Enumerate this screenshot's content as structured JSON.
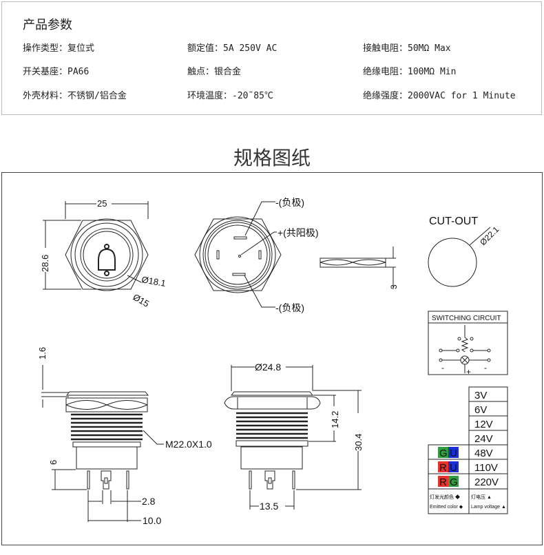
{
  "specs": {
    "title": "产品参数",
    "rows": [
      [
        "操作类型：复位式",
        "额定值：5A 250V AC",
        "接触电阻：50MΩ Max"
      ],
      [
        "开关基座：PA66",
        "触点：银合金",
        "绝缘电阻：100MΩ Min"
      ],
      [
        "外壳材料：不锈钢/铝合金",
        "环境温度：-20˜85℃",
        "绝缘强度：2000VAC for 1 Minute"
      ]
    ]
  },
  "drawing": {
    "heading": "规格图纸",
    "front": {
      "width": "25",
      "height": "28.6",
      "d1": "Ø18.1",
      "d2": "Ø15"
    },
    "rear": {
      "neg_top": "-(负极)",
      "pos": "+(共阳极)",
      "neg_bottom": "-(负极)",
      "nut_thickness": "3"
    },
    "cutout": {
      "title": "CUT-OUT",
      "diameter": "Ø22.1"
    },
    "circuit": {
      "title": "SWITCHING CIRCUIT",
      "minus": "-",
      "plus": "+"
    },
    "side_left": {
      "cap": "1.6",
      "thread": "M22.0X1.0",
      "pin": "6",
      "pin_w": "2.8",
      "pin_span": "10.0"
    },
    "side_right": {
      "diameter": "Ø24.8",
      "thread_len": "14.2",
      "total": "30.4",
      "pin_span": "13.5"
    },
    "voltage_table": {
      "voltages": [
        "3V",
        "6V",
        "12V",
        "24V",
        "48V",
        "110V",
        "220V"
      ],
      "colors": [
        {
          "a": "G",
          "b": "U",
          "ca": "#2e9e3e",
          "cb": "#1a2fd6"
        },
        {
          "a": "R",
          "b": "U",
          "ca": "#e8322e",
          "cb": "#1a2fd6"
        },
        {
          "a": "R",
          "b": "G",
          "ca": "#e8322e",
          "cb": "#2e9e3e"
        }
      ],
      "legend_color_cn": "灯发光颜色 ◆",
      "legend_color_en": "Emitted color ◆",
      "legend_volt_cn": "灯电压 ▲",
      "legend_volt_en": "Lamp voltage ▲"
    }
  }
}
